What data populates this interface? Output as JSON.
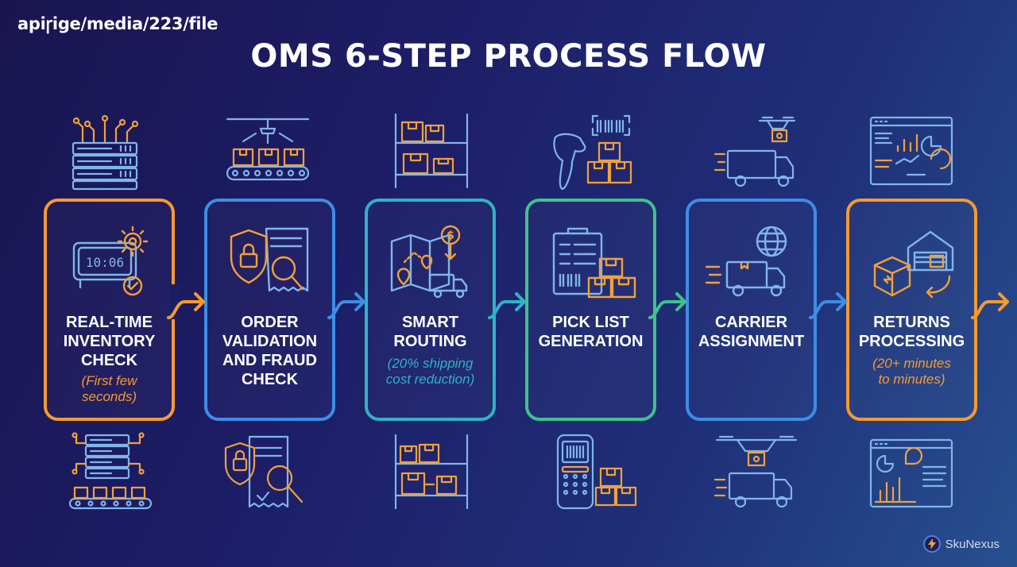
{
  "watermark": "apiꞅige/media/223/file",
  "title": "OMS 6-STEP PROCESS FLOW",
  "steps": [
    {
      "label": "REAL-TIME\nINVENTORY\nCHECK",
      "note": "(First few\nseconds)",
      "color": "#f79a2e",
      "icon": "inventory-clock-icon"
    },
    {
      "label": "ORDER\nVALIDATION\nAND FRAUD\nCHECK",
      "note": "",
      "color": "#3d8de6",
      "icon": "shield-lock-icon"
    },
    {
      "label": "SMART\nROUTING",
      "note": "(20% shipping\ncost reduction)",
      "color": "#2fb3c6",
      "icon": "route-map-icon"
    },
    {
      "label": "PICK LIST\nGENERATION",
      "note": "",
      "color": "#3fc28a",
      "icon": "clipboard-boxes-icon"
    },
    {
      "label": "CARRIER\nASSIGNMENT",
      "note": "",
      "color": "#3d8de6",
      "icon": "truck-globe-icon"
    },
    {
      "label": "RETURNS\nPROCESSING",
      "note": "(20+ minutes\nto minutes)",
      "color": "#f79a2e",
      "icon": "warehouse-return-icon"
    }
  ],
  "top_icons": [
    "server-network-icon",
    "conveyor-boxes-icon",
    "shelf-boxes-icon",
    "barcode-scanner-icon",
    "drone-truck-icon",
    "dashboard-charts-icon"
  ],
  "bottom_icons": [
    "server-conveyor-icon",
    "shield-document-icon",
    "shelf-boxes-icon",
    "handheld-scanner-icon",
    "drone-truck-icon",
    "dashboard-charts-icon"
  ],
  "brand": {
    "name": "SkuNexus"
  },
  "colors": {
    "orange": "#f79a2e",
    "blue": "#3d8de6",
    "teal": "#2fb3c6",
    "green": "#3fc28a",
    "icon_line": "#7fb6ea",
    "icon_accent": "#f2a13a"
  }
}
